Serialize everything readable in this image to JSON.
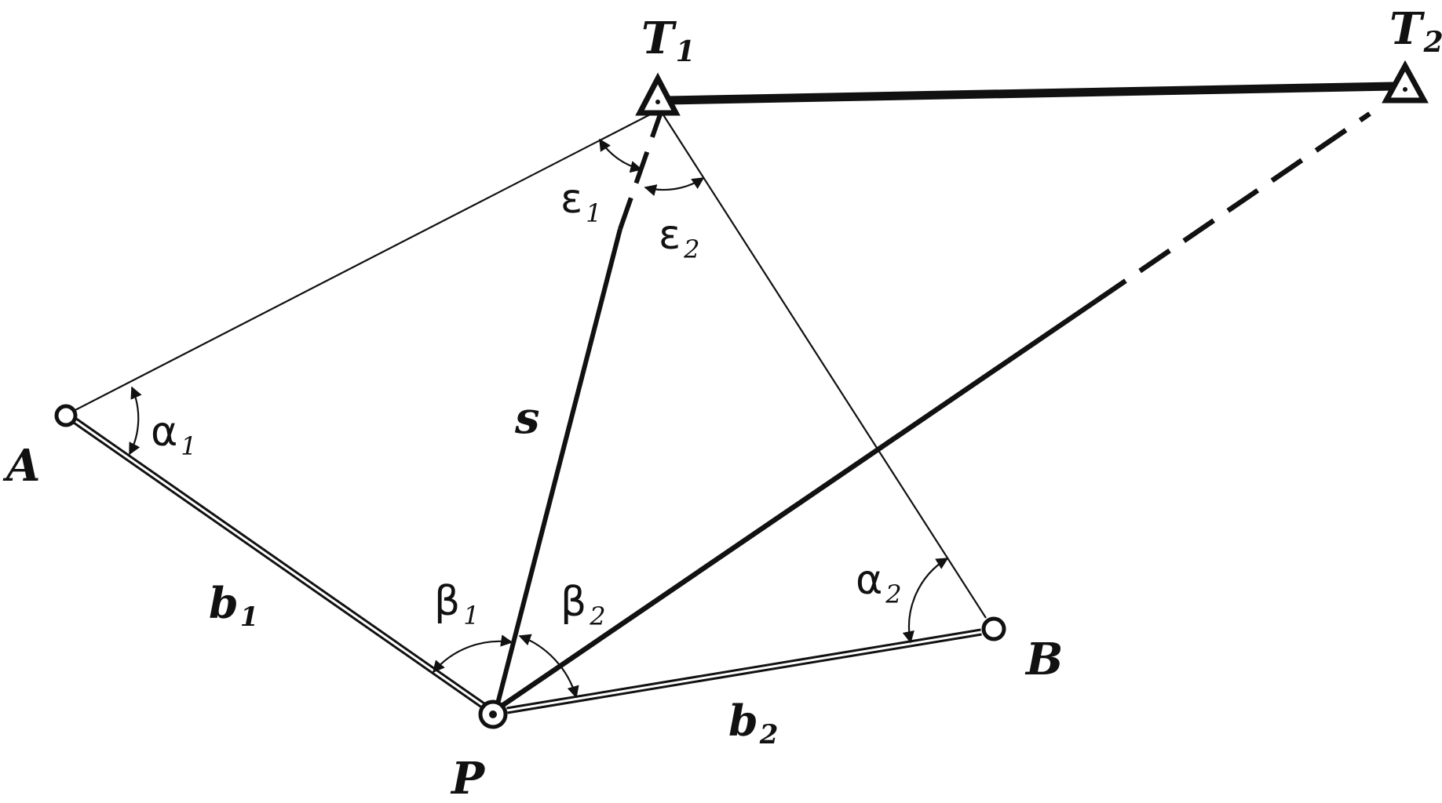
{
  "points": {
    "T1": {
      "main": "T",
      "sub": "1",
      "kind": "triangulation-station"
    },
    "T2": {
      "main": "T",
      "sub": "2",
      "kind": "triangulation-station"
    },
    "A": {
      "main": "A",
      "kind": "known-point"
    },
    "B": {
      "main": "B",
      "kind": "known-point"
    },
    "P": {
      "main": "P",
      "kind": "determined-point"
    }
  },
  "segments": {
    "s": "s",
    "b1": {
      "main": "b",
      "sub": "1"
    },
    "b2": {
      "main": "b",
      "sub": "2"
    }
  },
  "angles": {
    "alpha1": {
      "symbol": "α",
      "sub": "1"
    },
    "alpha2": {
      "symbol": "α",
      "sub": "2"
    },
    "beta1": {
      "symbol": "β",
      "sub": "1"
    },
    "beta2": {
      "symbol": "β",
      "sub": "2"
    },
    "epsilon1": {
      "symbol": "ε",
      "sub": "1"
    },
    "epsilon2": {
      "symbol": "ε",
      "sub": "2"
    }
  },
  "colors": {
    "ink": "#111111",
    "background": "#ffffff"
  }
}
